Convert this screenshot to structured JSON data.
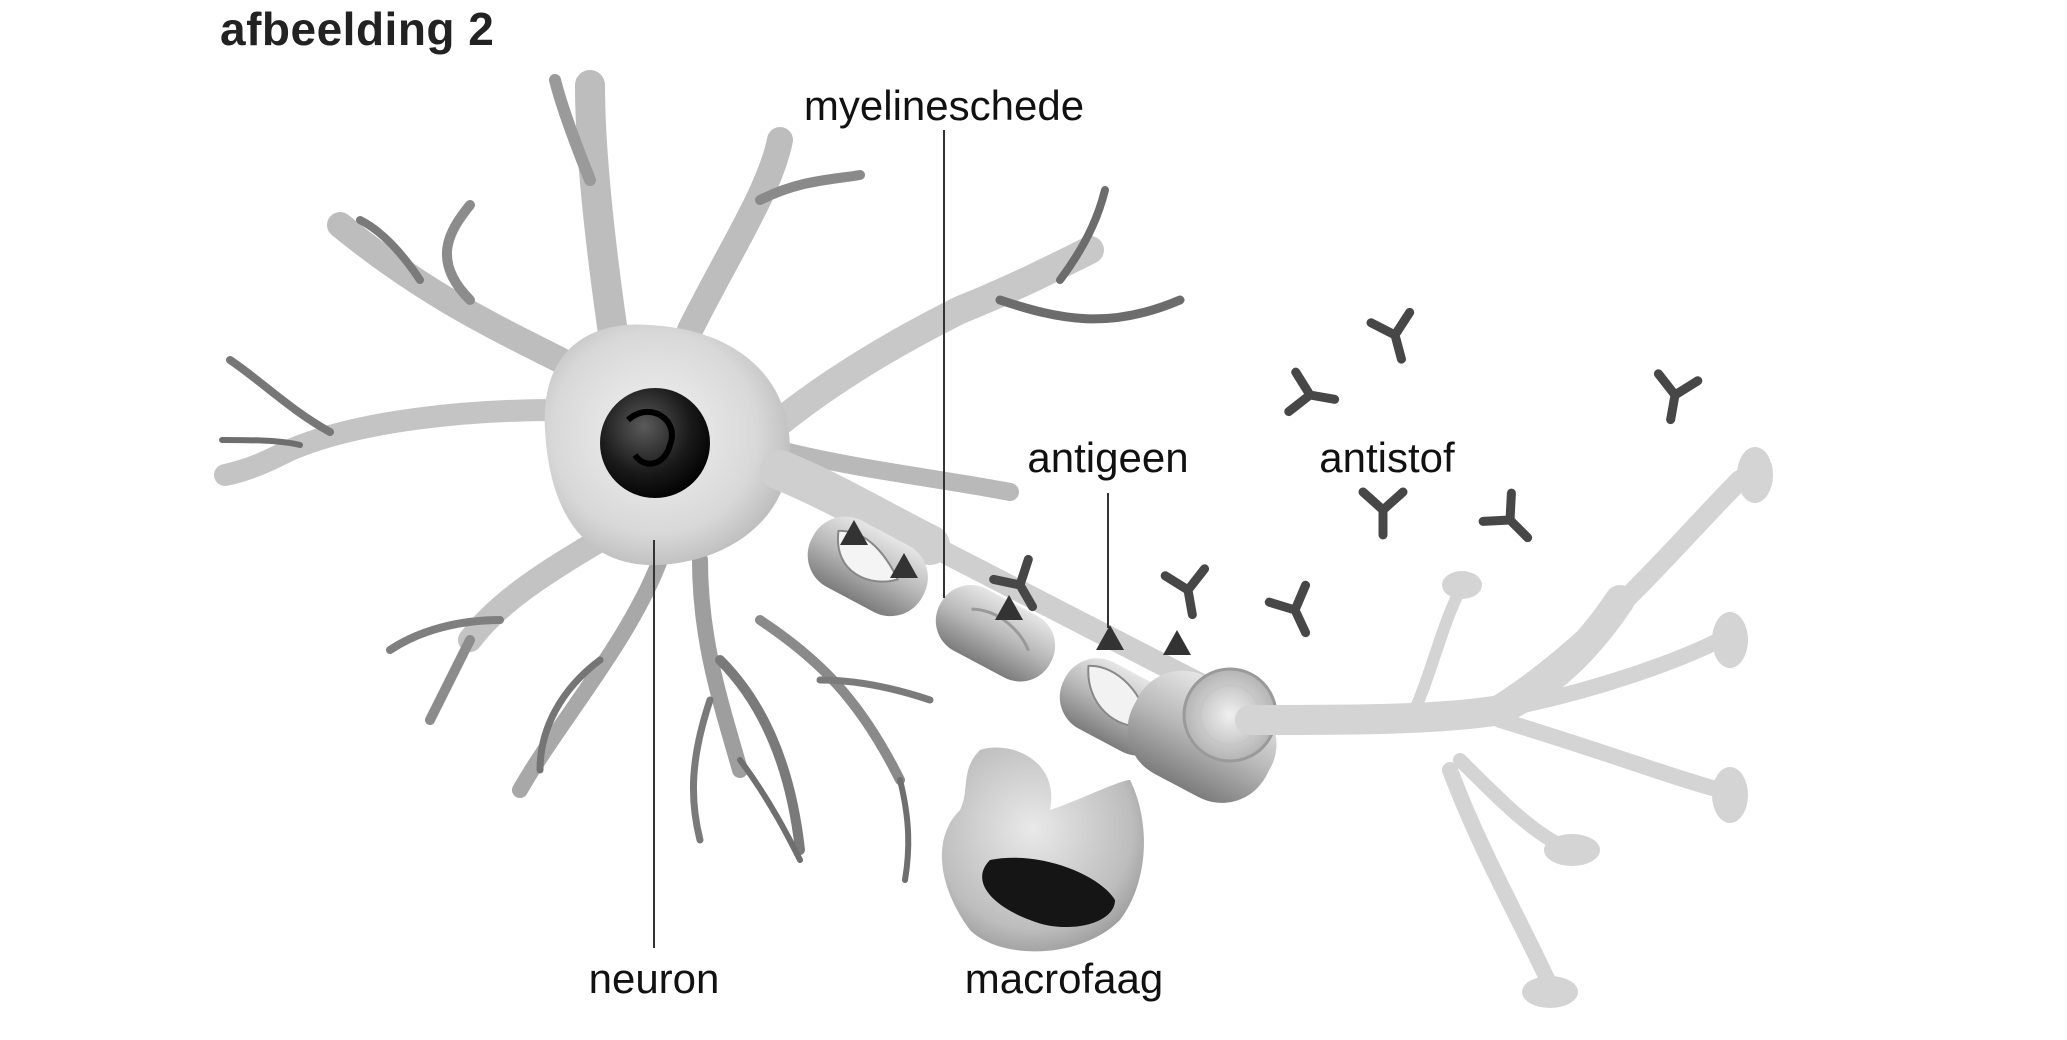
{
  "title": "afbeelding 2",
  "labels": {
    "myelin": "myelineschede",
    "antigen": "antigeen",
    "antibody": "antistof",
    "neuron": "neuron",
    "macrophage": "macrofaag"
  },
  "icons": [
    "neuron-cell-icon",
    "myelin-sheath-icon",
    "antigen-icon",
    "antibody-icon",
    "macrophage-icon",
    "axon-terminal-icon"
  ],
  "colors": {
    "cell_light": "#d8d8d8",
    "cell_mid": "#a9a9a9",
    "dendrite_dark": "#6f6f6f",
    "nucleus": "#121212",
    "antibody": "#474747",
    "label_line": "#333333"
  }
}
